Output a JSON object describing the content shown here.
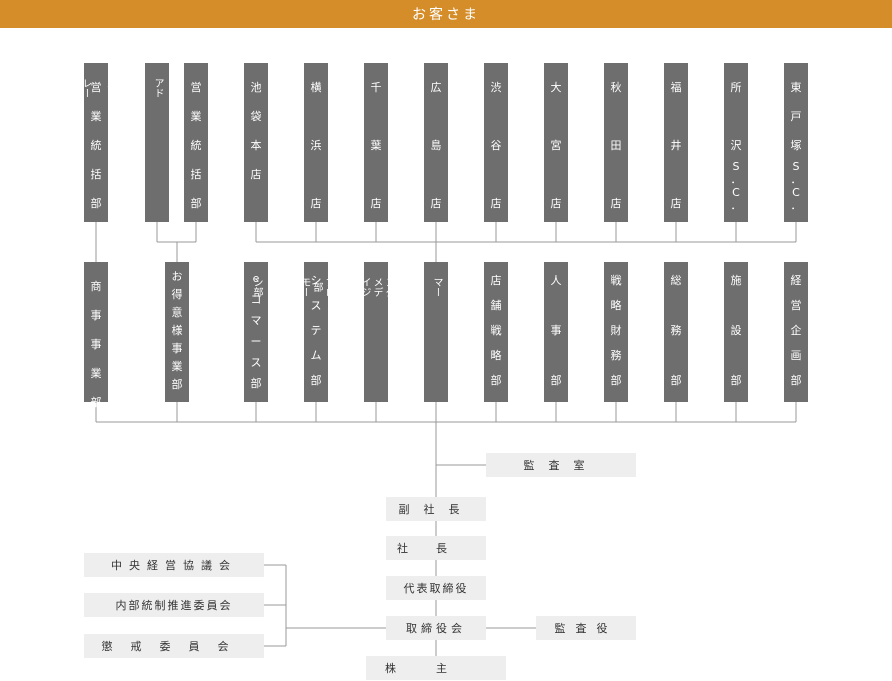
{
  "header": {
    "title": "お客さま"
  },
  "top_units": [
    {
      "id": "t1",
      "chars": [
        "営",
        "業",
        "統",
        "括",
        "部"
      ]
    },
    {
      "id": "t2",
      "rot": "アドミニストレーション部"
    },
    {
      "id": "t3",
      "chars": [
        "営",
        "業",
        "統",
        "括",
        "部"
      ]
    },
    {
      "id": "t4",
      "chars": [
        "池",
        "袋",
        "本",
        "店"
      ]
    },
    {
      "id": "t5",
      "chars": [
        "横",
        "浜",
        "店"
      ]
    },
    {
      "id": "t6",
      "chars": [
        "千",
        "葉",
        "店"
      ]
    },
    {
      "id": "t7",
      "chars": [
        "広",
        "島",
        "店"
      ]
    },
    {
      "id": "t8",
      "chars": [
        "渋",
        "谷",
        "店"
      ]
    },
    {
      "id": "t9",
      "chars": [
        "大",
        "宮",
        "店"
      ]
    },
    {
      "id": "t10",
      "chars": [
        "秋",
        "田",
        "店"
      ]
    },
    {
      "id": "t11",
      "chars": [
        "福",
        "井",
        "店"
      ]
    },
    {
      "id": "t12",
      "chars": [
        "所",
        "沢",
        "S",
        "．",
        "C",
        "．"
      ]
    },
    {
      "id": "t13",
      "chars": [
        "東",
        "戸",
        "塚",
        "S",
        "．",
        "C",
        "．"
      ]
    }
  ],
  "mid_units": [
    {
      "id": "m1",
      "chars": [
        "商",
        "事",
        "事",
        "業",
        "部"
      ]
    },
    {
      "id": "m2",
      "chars": [
        "お",
        "得",
        "意",
        "様",
        "事",
        "業",
        "部"
      ]
    },
    {
      "id": "m3",
      "chars": [
        "e",
        "コ",
        "マ",
        "ー",
        "ス",
        "部"
      ]
    },
    {
      "id": "m4",
      "chars": [
        "シ",
        "ス",
        "テ",
        "ム",
        "部"
      ]
    },
    {
      "id": "m5",
      "rot": "メディアプロモーション部"
    },
    {
      "id": "m6",
      "rot": "マーチャンダイジング部"
    },
    {
      "id": "m7",
      "chars": [
        "店",
        "舗",
        "戦",
        "略",
        "部"
      ]
    },
    {
      "id": "m8",
      "chars": [
        "人",
        "事",
        "部"
      ]
    },
    {
      "id": "m9",
      "chars": [
        "戦",
        "略",
        "財",
        "務",
        "部"
      ]
    },
    {
      "id": "m10",
      "chars": [
        "総",
        "務",
        "部"
      ]
    },
    {
      "id": "m11",
      "chars": [
        "施",
        "設",
        "部"
      ]
    },
    {
      "id": "m12",
      "chars": [
        "経",
        "営",
        "企",
        "画",
        "部"
      ]
    }
  ],
  "offices": {
    "audit_office": "監査室",
    "vice_president": "副社長",
    "president": "社長",
    "representative_director": "代表取締役",
    "board_of_directors": "取締役会",
    "auditor": "監査役",
    "shareholders": "株主",
    "central_council": "中央経営協議会",
    "internal_control_committee": "内部統制推進委員会",
    "disciplinary_committee": "懲戒委員会"
  }
}
